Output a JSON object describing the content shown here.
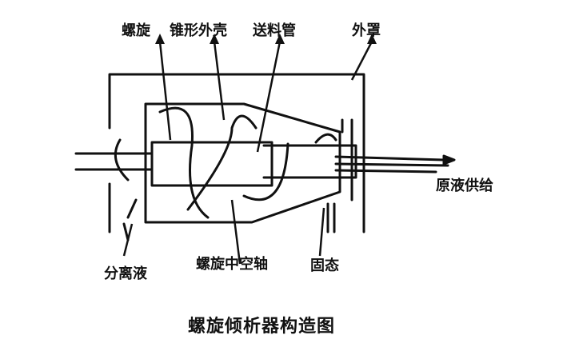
{
  "labels": {
    "spiral": "螺旋",
    "cone_shell": "锥形外壳",
    "feed_pipe": "送料管",
    "outer_cover": "外罩",
    "raw_liquid_supply": "原液供给",
    "separated_liquid": "分离液",
    "hollow_shaft": "螺旋中空轴",
    "solid": "固态"
  },
  "caption": "螺旋倾析器构造图",
  "colors": {
    "ink": "#111111",
    "paper": "#ffffff"
  }
}
